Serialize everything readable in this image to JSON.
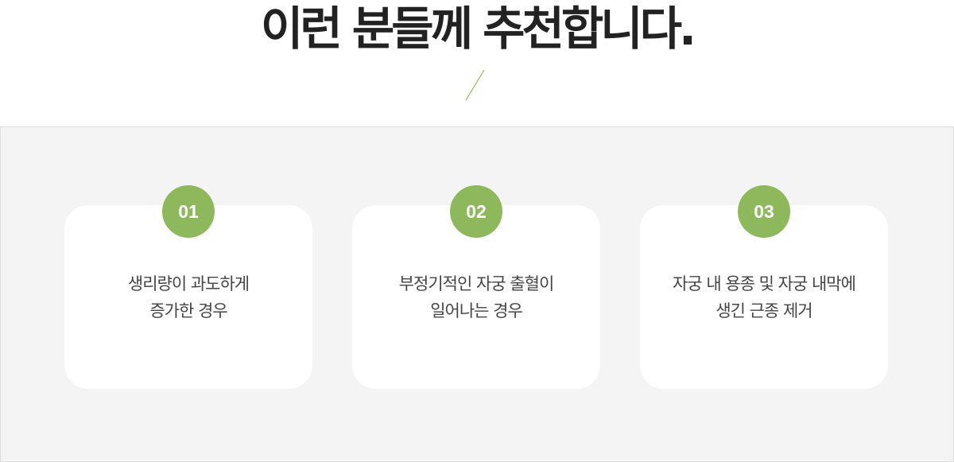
{
  "heading": "이런 분들께 추천합니다.",
  "colors": {
    "accent": "#8db85c",
    "panel_bg": "#f4f4f4",
    "card_bg": "#ffffff",
    "title": "#222222",
    "text": "#444444"
  },
  "cards": [
    {
      "number": "01",
      "lines": [
        "생리량이 과도하게",
        "증가한 경우"
      ]
    },
    {
      "number": "02",
      "lines": [
        "부정기적인 자궁 출혈이",
        "일어나는 경우"
      ]
    },
    {
      "number": "03",
      "lines": [
        "자궁 내 용종 및 자궁 내막에",
        "생긴 근종 제거"
      ]
    }
  ]
}
